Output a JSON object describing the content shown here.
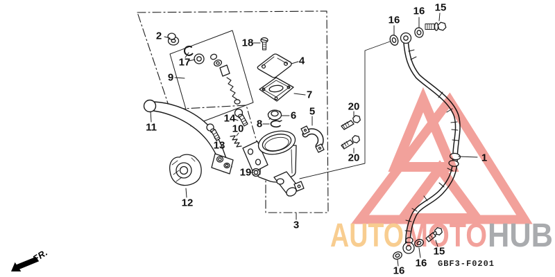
{
  "diagram": {
    "code": "GBF3-F0201",
    "direction_label": "FR.",
    "ink_color": "#1a1a1a",
    "part_labels": [
      {
        "id": "label-2",
        "text": "2"
      },
      {
        "id": "label-17",
        "text": "17"
      },
      {
        "id": "label-9",
        "text": "9"
      },
      {
        "id": "label-18",
        "text": "18"
      },
      {
        "id": "label-4",
        "text": "4"
      },
      {
        "id": "label-7",
        "text": "7"
      },
      {
        "id": "label-6",
        "text": "6"
      },
      {
        "id": "label-8",
        "text": "8"
      },
      {
        "id": "label-5",
        "text": "5"
      },
      {
        "id": "label-14",
        "text": "14"
      },
      {
        "id": "label-10",
        "text": "10"
      },
      {
        "id": "label-13",
        "text": "13"
      },
      {
        "id": "label-11",
        "text": "11"
      },
      {
        "id": "label-12",
        "text": "12"
      },
      {
        "id": "label-19",
        "text": "19"
      },
      {
        "id": "label-3",
        "text": "3"
      },
      {
        "id": "label-20-top",
        "text": "20"
      },
      {
        "id": "label-20-bottom",
        "text": "20"
      },
      {
        "id": "label-16-top-left",
        "text": "16"
      },
      {
        "id": "label-16-top-mid",
        "text": "16"
      },
      {
        "id": "label-15-top",
        "text": "15"
      },
      {
        "id": "label-1",
        "text": "1"
      },
      {
        "id": "label-15-bottom",
        "text": "15"
      },
      {
        "id": "label-16-bottom-mid",
        "text": "16"
      },
      {
        "id": "label-16-bottom-left",
        "text": "16"
      }
    ],
    "watermark": {
      "logo_color": "#F2A19B",
      "segments": [
        {
          "text": "AUTO",
          "color": "#F8CD90"
        },
        {
          "text": "MOTO",
          "color": "#F2A19B"
        },
        {
          "text": "HUB",
          "color": "#A9ABAE"
        }
      ]
    }
  }
}
